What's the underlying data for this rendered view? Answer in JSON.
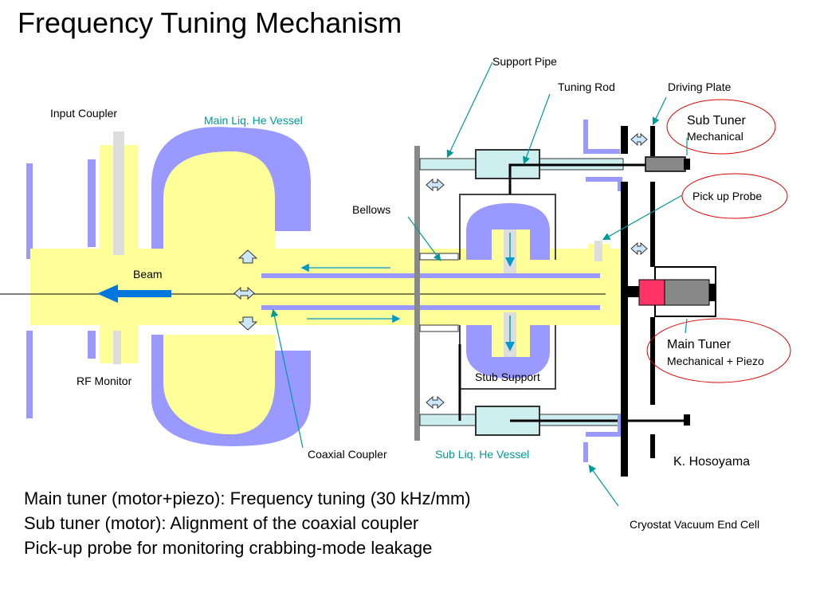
{
  "title": "Frequency Tuning Mechanism",
  "labels": {
    "support_pipe": "Support Pipe",
    "tuning_rod": "Tuning Rod",
    "driving_plate": "Driving Plate",
    "input_coupler": "Input Coupler",
    "main_he_vessel": "Main Liq. He Vessel",
    "sub_tuner": "Sub Tuner",
    "sub_tuner_sub": "Mechanical",
    "pickup_probe": "Pick up Probe",
    "bellows": "Bellows",
    "beam": "Beam",
    "main_tuner": "Main Tuner",
    "main_tuner_sub": "Mechanical + Piezo",
    "rf_monitor": "RF Monitor",
    "stub_support": "Stub Support",
    "coaxial_coupler": "Coaxial Coupler",
    "sub_he_vessel": "Sub Liq. He Vessel",
    "author": "K. Hosoyama",
    "cryostat": "Cryostat Vacuum End Cell"
  },
  "notes": [
    "Main tuner (motor+piezo): Frequency tuning (30 kHz/mm)",
    "Sub tuner (motor): Alignment of the coaxial coupler",
    "Pick-up probe for monitoring crabbing-mode leakage"
  ],
  "colors": {
    "vessel": "#9999ff",
    "cavity": "#ffff99",
    "pipe": "#cceeee",
    "leader": "#009999",
    "gray": "#888888",
    "red": "#ff3366",
    "beam_arrow": "#0077dd",
    "flow_arrow": "#0099cc",
    "callout": "#dd0000"
  }
}
